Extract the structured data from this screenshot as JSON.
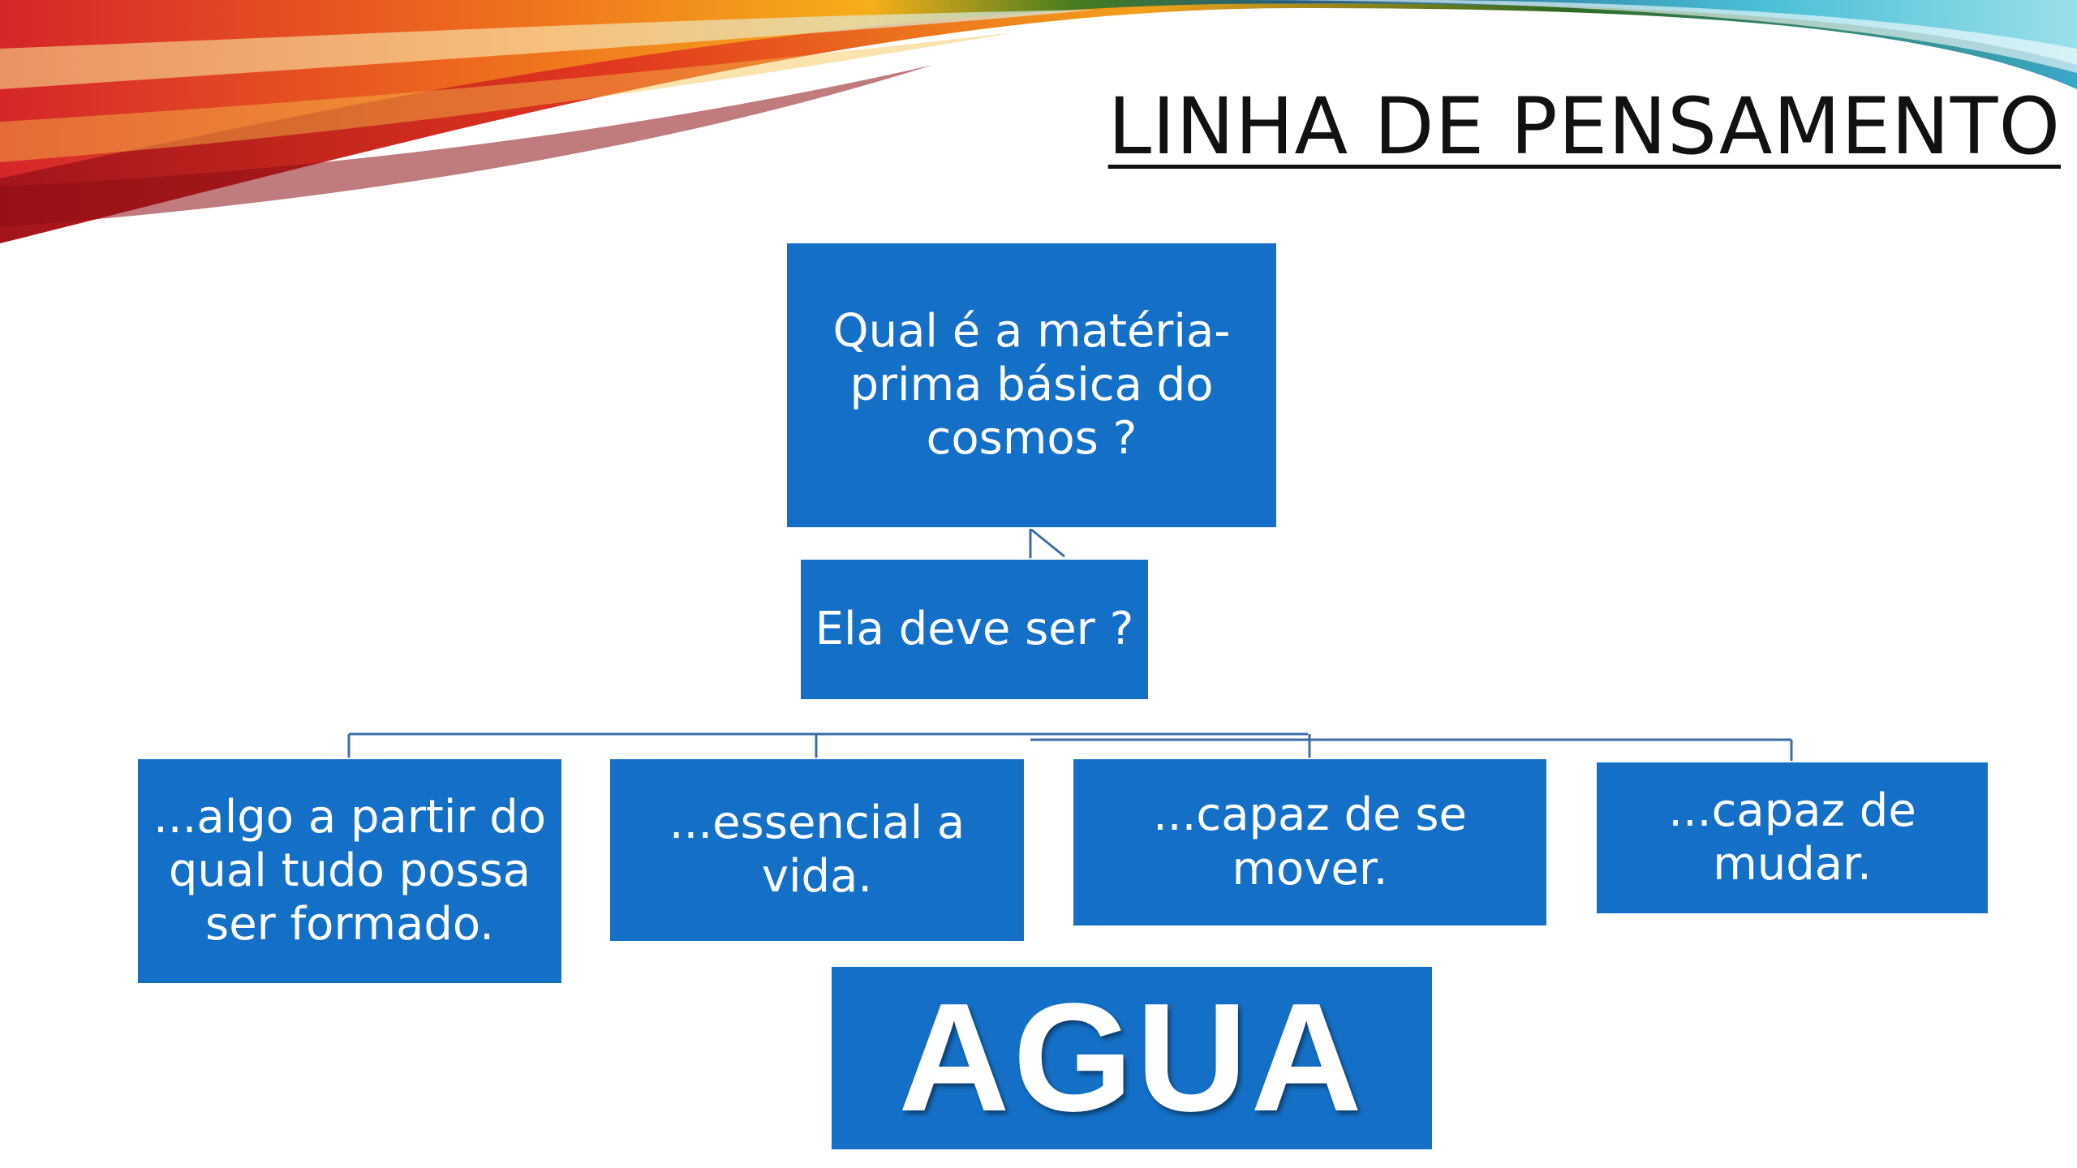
{
  "slide": {
    "title": "LINHA DE PENSAMENTO",
    "colors": {
      "box": "#1470c7",
      "connector": "#3b6ea8",
      "title": "#111111"
    }
  },
  "diagram": {
    "root": {
      "label": "Qual é a matéria-prima básica do cosmos ?"
    },
    "question": {
      "label": "Ela deve ser ?"
    },
    "criteria": [
      {
        "label": "...algo a partir do qual tudo possa ser formado."
      },
      {
        "label": "...essencial a vida."
      },
      {
        "label": "...capaz de se mover."
      },
      {
        "label": "...capaz de mudar."
      }
    ],
    "answer": {
      "label": "AGUA"
    }
  }
}
